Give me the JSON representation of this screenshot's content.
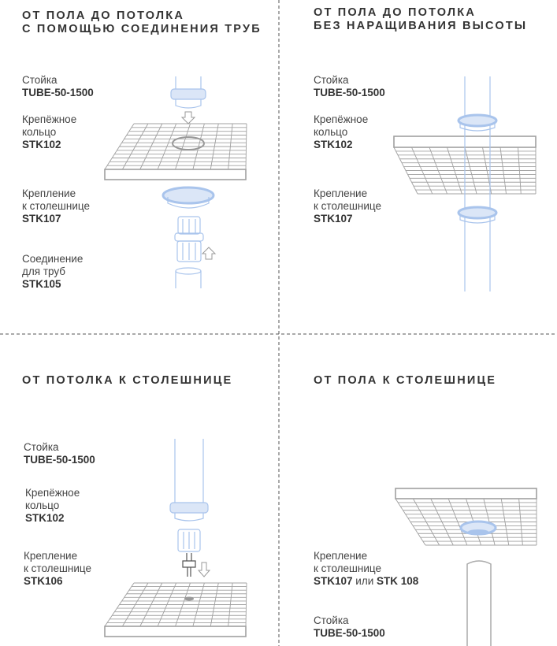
{
  "colors": {
    "accent": "#a9c4ec",
    "line": "#9a9a9a",
    "text": "#3b3b3b"
  },
  "panels": [
    {
      "title1": "ОТ ПОЛА ДО ПОТОЛКА",
      "title2": "С ПОМОЩЬЮ СОЕДИНЕНИЯ ТРУБ",
      "labels": [
        {
          "text": "Стойка",
          "code": "TUBE-50-1500"
        },
        {
          "text": "Крепёжное",
          "text2": "кольцо",
          "code": "STK102"
        },
        {
          "text": "Крепление",
          "text2": "к столешнице",
          "code": "STK107"
        },
        {
          "text": "Соединение",
          "text2": "для труб",
          "code": "STK105"
        }
      ]
    },
    {
      "title1": "ОТ ПОЛА ДО ПОТОЛКА",
      "title2": "БЕЗ НАРАЩИВАНИЯ ВЫСОТЫ",
      "labels": [
        {
          "text": "Стойка",
          "code": "TUBE-50-1500"
        },
        {
          "text": "Крепёжное",
          "text2": "кольцо",
          "code": "STK102"
        },
        {
          "text": "Крепление",
          "text2": "к столешнице",
          "code": "STK107"
        }
      ]
    },
    {
      "title1": "ОТ ПОТОЛКА К СТОЛЕШНИЦЕ",
      "labels": [
        {
          "text": "Стойка",
          "code": "TUBE-50-1500"
        },
        {
          "text": "Крепёжное",
          "text2": "кольцо",
          "code": "STK102"
        },
        {
          "text": "Крепление",
          "text2": "к столешнице",
          "code": "STK106"
        }
      ]
    },
    {
      "title1": "ОТ ПОЛА К СТОЛЕШНИЦЕ",
      "labels": [
        {
          "text": "Крепление",
          "text2": "к столешнице",
          "code": "STK107",
          "or": "или",
          "code2": "STK 108"
        },
        {
          "text": "Стойка",
          "code": "TUBE-50-1500"
        }
      ]
    }
  ]
}
